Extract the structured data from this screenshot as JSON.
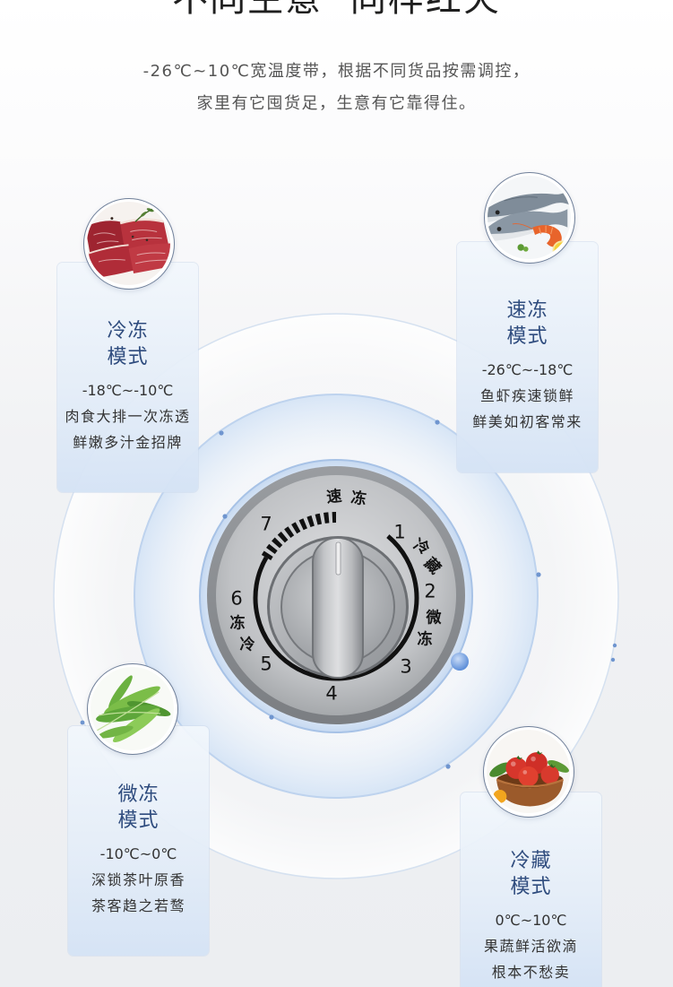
{
  "header": {
    "title": "不同生意 同样红火",
    "subtitle_lines": [
      "-26℃~10℃宽温度带，根据不同货品按需调控，",
      "家里有它囤货足，生意有它靠得住。"
    ]
  },
  "modes": [
    {
      "title_lines": [
        "冷冻",
        "模式"
      ],
      "temp": "-18℃~-10℃",
      "desc": [
        "肉食大排一次冻透",
        "鲜嫩多汁金招牌"
      ],
      "image_icon": "meat-steak-image"
    },
    {
      "title_lines": [
        "速冻",
        "模式"
      ],
      "temp": "-26℃~-18℃",
      "desc": [
        "鱼虾疾速锁鲜",
        "鲜美如初客常来"
      ],
      "image_icon": "fish-shrimp-image"
    },
    {
      "title_lines": [
        "微冻",
        "模式"
      ],
      "temp": "-10℃~0℃",
      "desc": [
        "深锁茶叶原香",
        "茶客趋之若鹜"
      ],
      "image_icon": "green-leaves-image"
    },
    {
      "title_lines": [
        "冷藏",
        "模式"
      ],
      "temp": "0℃~10℃",
      "desc": [
        "果蔬鲜活欲滴",
        "根本不愁卖"
      ],
      "image_icon": "tomato-bowl-image"
    }
  ],
  "dial": {
    "quick_freeze": "速冻",
    "refrigerate": "冷藏",
    "micro_freeze": "微冻",
    "freeze": "冷冻",
    "numbers": [
      "1",
      "2",
      "3",
      "4",
      "5",
      "6",
      "7"
    ],
    "knob_icon": "temperature-knob"
  },
  "colors": {
    "mode_title": "#2f4c7e",
    "body_text": "#333333",
    "subtitle": "#555555",
    "dot": "#6f95cf"
  }
}
